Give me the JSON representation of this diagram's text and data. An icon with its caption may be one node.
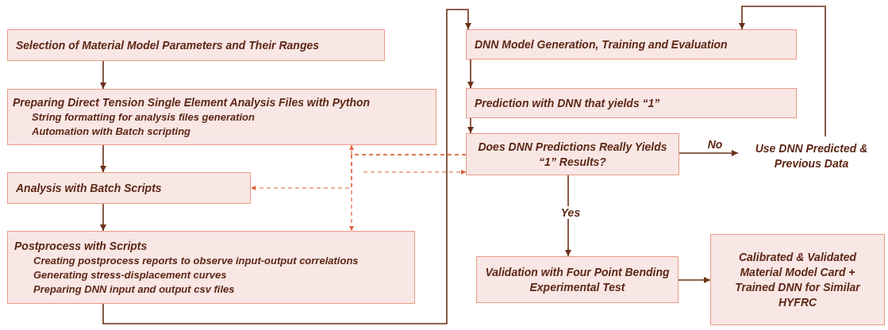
{
  "diagram": {
    "nodes": [
      {
        "text": [
          "Selection of Material Model Parameters and Their Ranges"
        ]
      },
      {
        "text": [
          "Preparing Direct Tension Single Element Analysis Files with Python",
          "String formatting for analysis files generation",
          "Automation with Batch scripting"
        ]
      },
      {
        "text": [
          "Analysis with Batch Scripts"
        ]
      },
      {
        "text": [
          "Postprocess with Scripts",
          "Creating postprocess reports to observe input-output correlations",
          "Generating stress-displacement curves",
          "Preparing DNN input and output csv files"
        ]
      },
      {
        "text": [
          "DNN Model Generation, Training and Evaluation"
        ]
      },
      {
        "text": [
          "Prediction with DNN that yields “1”"
        ]
      },
      {
        "text": [
          "Does DNN Predictions Really Yields “1” Results?"
        ]
      },
      {
        "text": [
          "Use DNN Predicted & Previous Data"
        ]
      },
      {
        "text": [
          "Validation with Four Point Bending Experimental Test"
        ]
      },
      {
        "text": [
          "Calibrated & Validated Material Model Card + Trained DNN for Similar HYFRC"
        ]
      }
    ],
    "edges": [
      {
        "from": 0,
        "to": 1,
        "arrow": "to"
      },
      {
        "from": 1,
        "to": 2,
        "arrow": "to"
      },
      {
        "from": 2,
        "to": 3,
        "arrow": "to"
      },
      {
        "from": 3,
        "to": 4,
        "arrow": "to"
      },
      {
        "from": 4,
        "to": 5,
        "arrow": "to"
      },
      {
        "from": 5,
        "to": 6,
        "arrow": "to"
      },
      {
        "from": 6,
        "to": 7,
        "arrow": "to",
        "label": "No"
      },
      {
        "from": 7,
        "to": 4,
        "arrow": "to"
      },
      {
        "from": 6,
        "to": 8,
        "arrow": "to",
        "label": "Yes"
      },
      {
        "from": 8,
        "to": 9,
        "arrow": "to"
      },
      {
        "from": 6,
        "to": 1,
        "arrow": "to",
        "style": "dashed",
        "color": "#e0603c"
      },
      {
        "from": 6,
        "to": 2,
        "arrow": "to",
        "style": "dashed",
        "color": "#e0603c"
      },
      {
        "from": 6,
        "to": 3,
        "arrow": "to",
        "style": "dashed",
        "color": "#e0603c"
      },
      {
        "from": null,
        "to": 6,
        "arrow": "to",
        "style": "dashed",
        "color": "#e0603c"
      }
    ]
  }
}
